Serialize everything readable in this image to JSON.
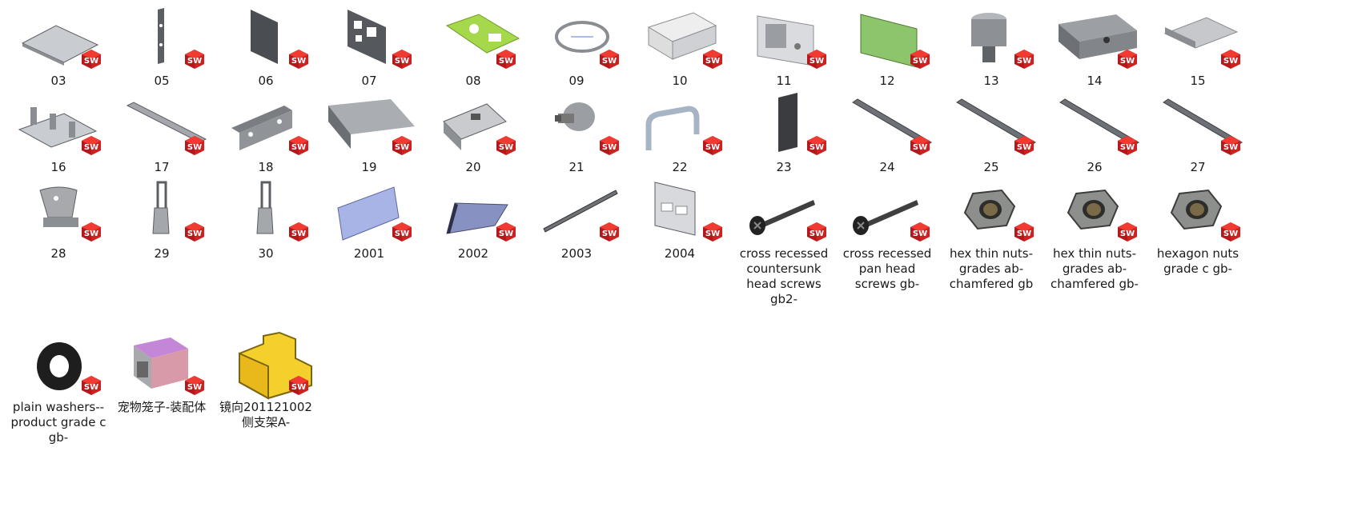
{
  "window": {
    "view": "large-icons"
  },
  "badge": {
    "text": "SW",
    "color": "#e2231a"
  },
  "files": [
    {
      "label": "03",
      "icon": "plate"
    },
    {
      "label": "05",
      "icon": "thin-bar"
    },
    {
      "label": "06",
      "icon": "dark-plate"
    },
    {
      "label": "07",
      "icon": "cutout-panel"
    },
    {
      "label": "08",
      "icon": "green-plate"
    },
    {
      "label": "09",
      "icon": "ring"
    },
    {
      "label": "10",
      "icon": "mesh-box"
    },
    {
      "label": "11",
      "icon": "vent-panel"
    },
    {
      "label": "12",
      "icon": "green-mesh"
    },
    {
      "label": "13",
      "icon": "threaded-cylinder"
    },
    {
      "label": "14",
      "icon": "block"
    },
    {
      "label": "15",
      "icon": "bracket"
    },
    {
      "label": "16",
      "icon": "slotted-channel"
    },
    {
      "label": "17",
      "icon": "long-bar"
    },
    {
      "label": "18",
      "icon": "angle-bracket"
    },
    {
      "label": "19",
      "icon": "channel-beam"
    },
    {
      "label": "20",
      "icon": "console-housing"
    },
    {
      "label": "21",
      "icon": "knob"
    },
    {
      "label": "22",
      "icon": "handle"
    },
    {
      "label": "23",
      "icon": "dark-sheet"
    },
    {
      "label": "24",
      "icon": "rod"
    },
    {
      "label": "25",
      "icon": "rod"
    },
    {
      "label": "26",
      "icon": "rod"
    },
    {
      "label": "27",
      "icon": "rod"
    },
    {
      "label": "28",
      "icon": "hasp"
    },
    {
      "label": "29",
      "icon": "latch"
    },
    {
      "label": "30",
      "icon": "latch"
    },
    {
      "label": "2001",
      "icon": "blue-plate"
    },
    {
      "label": "2002",
      "icon": "wedge"
    },
    {
      "label": "2003",
      "icon": "rail"
    },
    {
      "label": "2004",
      "icon": "grid-panel"
    },
    {
      "label": "cross recessed countersunk head screws gb2-",
      "icon": "screw"
    },
    {
      "label": "cross recessed pan head screws gb-",
      "icon": "screw"
    },
    {
      "label": "hex thin nuts-grades ab-chamfered gb",
      "icon": "nut"
    },
    {
      "label": "hex thin nuts-grades ab-chamfered gb-",
      "icon": "nut"
    },
    {
      "label": "hexagon nuts grade c gb-",
      "icon": "nut"
    },
    {
      "label": "plain washers--product grade c gb-",
      "icon": "washer"
    },
    {
      "label": "宠物笼子-装配体",
      "icon": "assembly"
    },
    {
      "label": "镜向201121002侧支架A-",
      "icon": "part-yellow"
    }
  ]
}
